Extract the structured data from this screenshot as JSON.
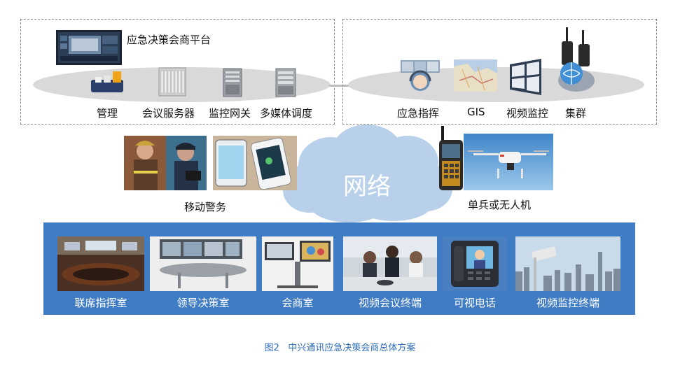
{
  "top_left": {
    "platform_label": "应急决策会商平台",
    "items": [
      {
        "label": "管理",
        "icon": "management-console-icon"
      },
      {
        "label": "会议服务器",
        "icon": "conference-server-icon"
      },
      {
        "label": "监控网关",
        "icon": "monitor-gateway-icon"
      },
      {
        "label": "多媒体调度",
        "icon": "multimedia-dispatch-icon"
      }
    ]
  },
  "top_right": {
    "items": [
      {
        "label": "应急指挥",
        "icon": "emergency-command-icon"
      },
      {
        "label": "GIS",
        "icon": "gis-map-icon"
      },
      {
        "label": "视频监控",
        "icon": "video-wall-icon"
      },
      {
        "label": "集群",
        "icon": "trunking-radio-icon"
      }
    ]
  },
  "network": {
    "label": "网络"
  },
  "mobile_police": {
    "label": "移动警务"
  },
  "single_soldier": {
    "label": "单兵或无人机"
  },
  "terminals": [
    {
      "label": "联席指挥室"
    },
    {
      "label": "领导决策室"
    },
    {
      "label": "会商室"
    },
    {
      "label": "视频会议终端"
    },
    {
      "label": "可视电话"
    },
    {
      "label": "视频监控终端"
    }
  ],
  "caption": "图2   中兴通讯应急决策会商总体方案",
  "colors": {
    "panel_blue": "#3f7cc4",
    "cloud_blue": "#b9d0ea",
    "ellipse_gray": "#d9d9d9",
    "caption_blue": "#2f6db5"
  }
}
